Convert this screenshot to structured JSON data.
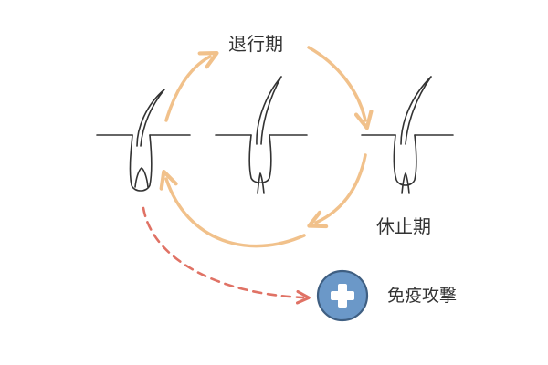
{
  "labels": {
    "catagen": "退行期",
    "telogen": "休止期",
    "immune_attack": "免疫攻撃"
  },
  "colors": {
    "cycle_arrow": "#f1c18b",
    "attack_arrow": "#e07265",
    "badge_fill": "#6b98c8",
    "badge_ring": "#3f5f82",
    "line": "#333333"
  },
  "icons": {
    "badge": "plus-icon"
  }
}
